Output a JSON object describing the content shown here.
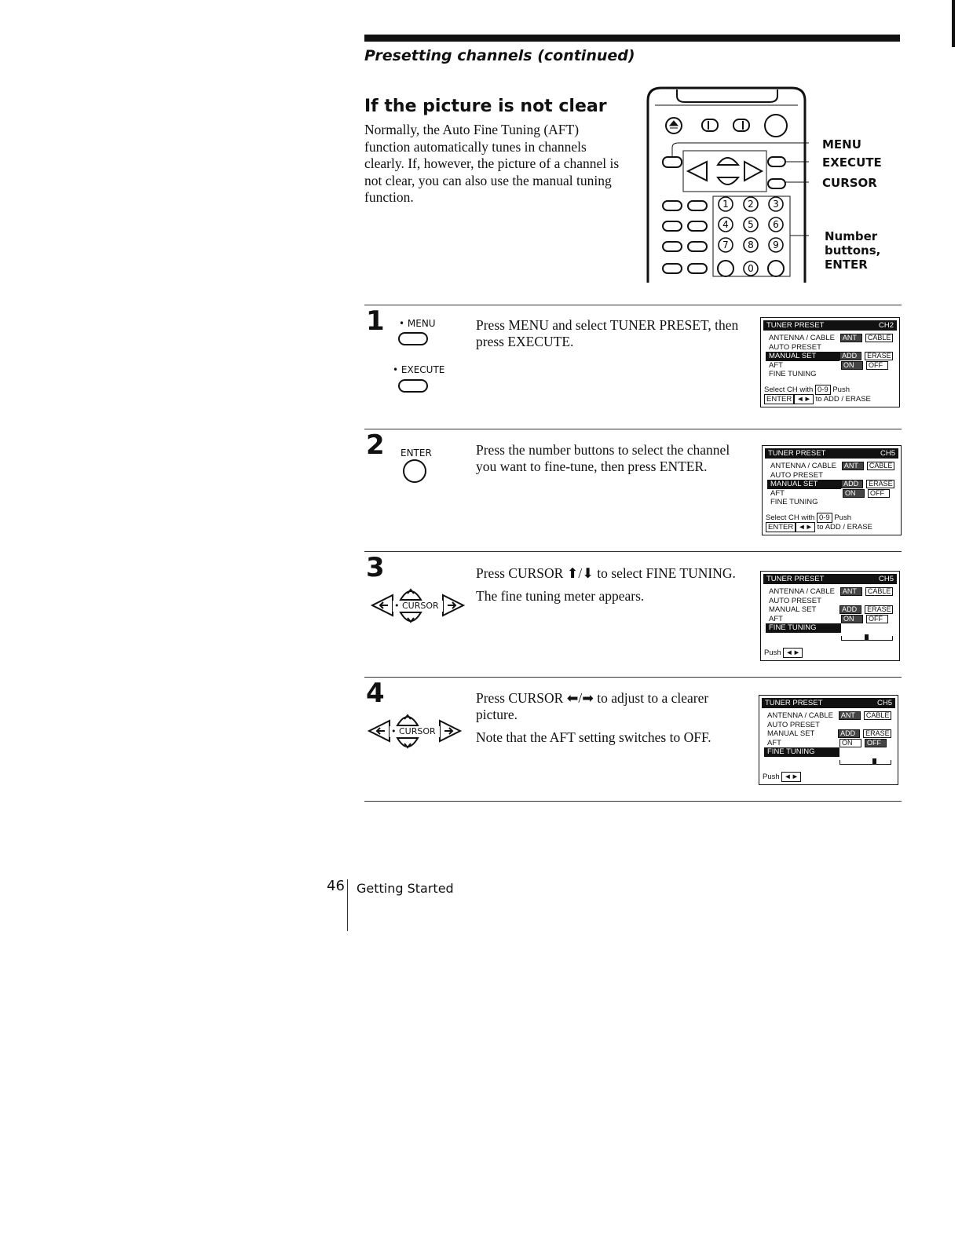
{
  "running_head": "Presetting channels (continued)",
  "section_title": "If the picture is not clear",
  "intro": "Normally, the Auto Fine Tuning (AFT) function automatically tunes in channels clearly. If, however, the picture of a channel is not clear, you can also use the manual tuning function.",
  "callouts": {
    "menu": "MENU",
    "execute": "EXECUTE",
    "cursor": "CURSOR",
    "number_line1": "Number",
    "number_line2": "buttons,",
    "number_line3": "ENTER"
  },
  "remote_digits": [
    "1",
    "2",
    "3",
    "4",
    "5",
    "6",
    "7",
    "8",
    "9",
    "0"
  ],
  "steps": [
    {
      "number": "1",
      "buttons": [
        "• MENU",
        "• EXECUTE"
      ],
      "text": [
        "Press MENU and select TUNER PRESET, then press EXECUTE."
      ],
      "osd": {
        "title": "TUNER PRESET",
        "channel": "CH2",
        "rows": [
          {
            "label": "ANTENNA / CABLE",
            "opts": [
              "ANT",
              "CABLE"
            ]
          },
          {
            "label": "AUTO PRESET",
            "opts": []
          },
          {
            "label": "MANUAL SET",
            "opts": [
              "ADD",
              "ERASE"
            ]
          },
          {
            "label": "AFT",
            "opts": [
              "ON",
              "OFF"
            ]
          },
          {
            "label": "FINE TUNING",
            "opts": []
          }
        ],
        "foot1_a": "Select  CH  with",
        "foot1_b": "0-9",
        "foot1_c": "Push",
        "foot2_a": "ENTER",
        "foot2_b": "◄►",
        "foot2_c": "to  ADD / ERASE"
      }
    },
    {
      "number": "2",
      "buttons": [
        "ENTER"
      ],
      "text": [
        "Press the number buttons to select the channel you want to fine-tune, then press ENTER."
      ],
      "osd": {
        "title": "TUNER PRESET",
        "channel": "CH5",
        "rows": [
          {
            "label": "ANTENNA / CABLE",
            "opts": [
              "ANT",
              "CABLE"
            ]
          },
          {
            "label": "AUTO PRESET",
            "opts": []
          },
          {
            "label": "MANUAL SET",
            "opts": [
              "ADD",
              "ERASE"
            ]
          },
          {
            "label": "AFT",
            "opts": [
              "ON",
              "OFF"
            ]
          },
          {
            "label": "FINE TUNING",
            "opts": []
          }
        ],
        "foot1_a": "Select  CH  with",
        "foot1_b": "0-9",
        "foot1_c": "Push",
        "foot2_a": "ENTER",
        "foot2_b": "◄►",
        "foot2_c": "to  ADD / ERASE"
      }
    },
    {
      "number": "3",
      "buttons": [
        "• CURSOR"
      ],
      "text": [
        "Press CURSOR ⬆/⬇ to select FINE TUNING.",
        "The fine tuning meter appears."
      ],
      "osd": {
        "title": "TUNER PRESET",
        "channel": "CH5",
        "rows": [
          {
            "label": "ANTENNA / CABLE",
            "opts": [
              "ANT",
              "CABLE"
            ]
          },
          {
            "label": "AUTO PRESET",
            "opts": []
          },
          {
            "label": "MANUAL SET",
            "opts": [
              "ADD",
              "ERASE"
            ]
          },
          {
            "label": "AFT",
            "opts": [
              "ON",
              "OFF"
            ]
          },
          {
            "label": "FINE TUNING",
            "opts": []
          }
        ],
        "push": "Push",
        "push_key": "◄►"
      }
    },
    {
      "number": "4",
      "buttons": [
        "• CURSOR"
      ],
      "text": [
        "Press CURSOR ⬅/➡ to adjust to a clearer picture.",
        "Note that the AFT setting switches to OFF."
      ],
      "osd": {
        "title": "TUNER PRESET",
        "channel": "CH5",
        "rows": [
          {
            "label": "ANTENNA / CABLE",
            "opts": [
              "ANT",
              "CABLE"
            ]
          },
          {
            "label": "AUTO PRESET",
            "opts": []
          },
          {
            "label": "MANUAL SET",
            "opts": [
              "ADD",
              "ERASE"
            ]
          },
          {
            "label": "AFT",
            "opts": [
              "ON",
              "OFF"
            ]
          },
          {
            "label": "FINE TUNING",
            "opts": []
          }
        ],
        "push": "Push",
        "push_key": "◄►"
      }
    }
  ],
  "footer": {
    "page_number": "46",
    "section": "Getting Started"
  }
}
